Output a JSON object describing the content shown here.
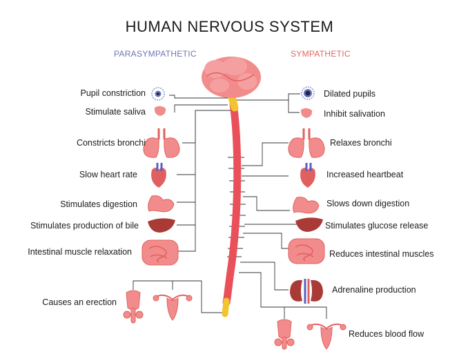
{
  "title": "HUMAN NERVOUS SYSTEM",
  "parasympathetic": {
    "heading": "PARASYMPATHETIC",
    "color": "#6b74b3",
    "items": [
      "Pupil constriction",
      "Stimulate saliva",
      "Constricts bronchi",
      "Slow heart rate",
      "Stimulates digestion",
      "Stimulates production of bile",
      "Intestinal muscle relaxation",
      "Causes an erection"
    ]
  },
  "sympathetic": {
    "heading": "SYMPATHETIC",
    "color": "#e2645e",
    "items": [
      "Dilated pupils",
      "Inhibit salivation",
      "Relaxes bronchi",
      "Increased heartbeat",
      "Slows down digestion",
      "Stimulates glucose release",
      "Reduces intestinal muscles",
      "Adrenaline production",
      "Reduces blood flow"
    ]
  },
  "colors": {
    "organ_pink": "#f28b8b",
    "organ_dark": "#e0605f",
    "liver": "#a93a35",
    "spine": "#e9505a",
    "brainstem": "#f4c430",
    "line": "#333333"
  }
}
